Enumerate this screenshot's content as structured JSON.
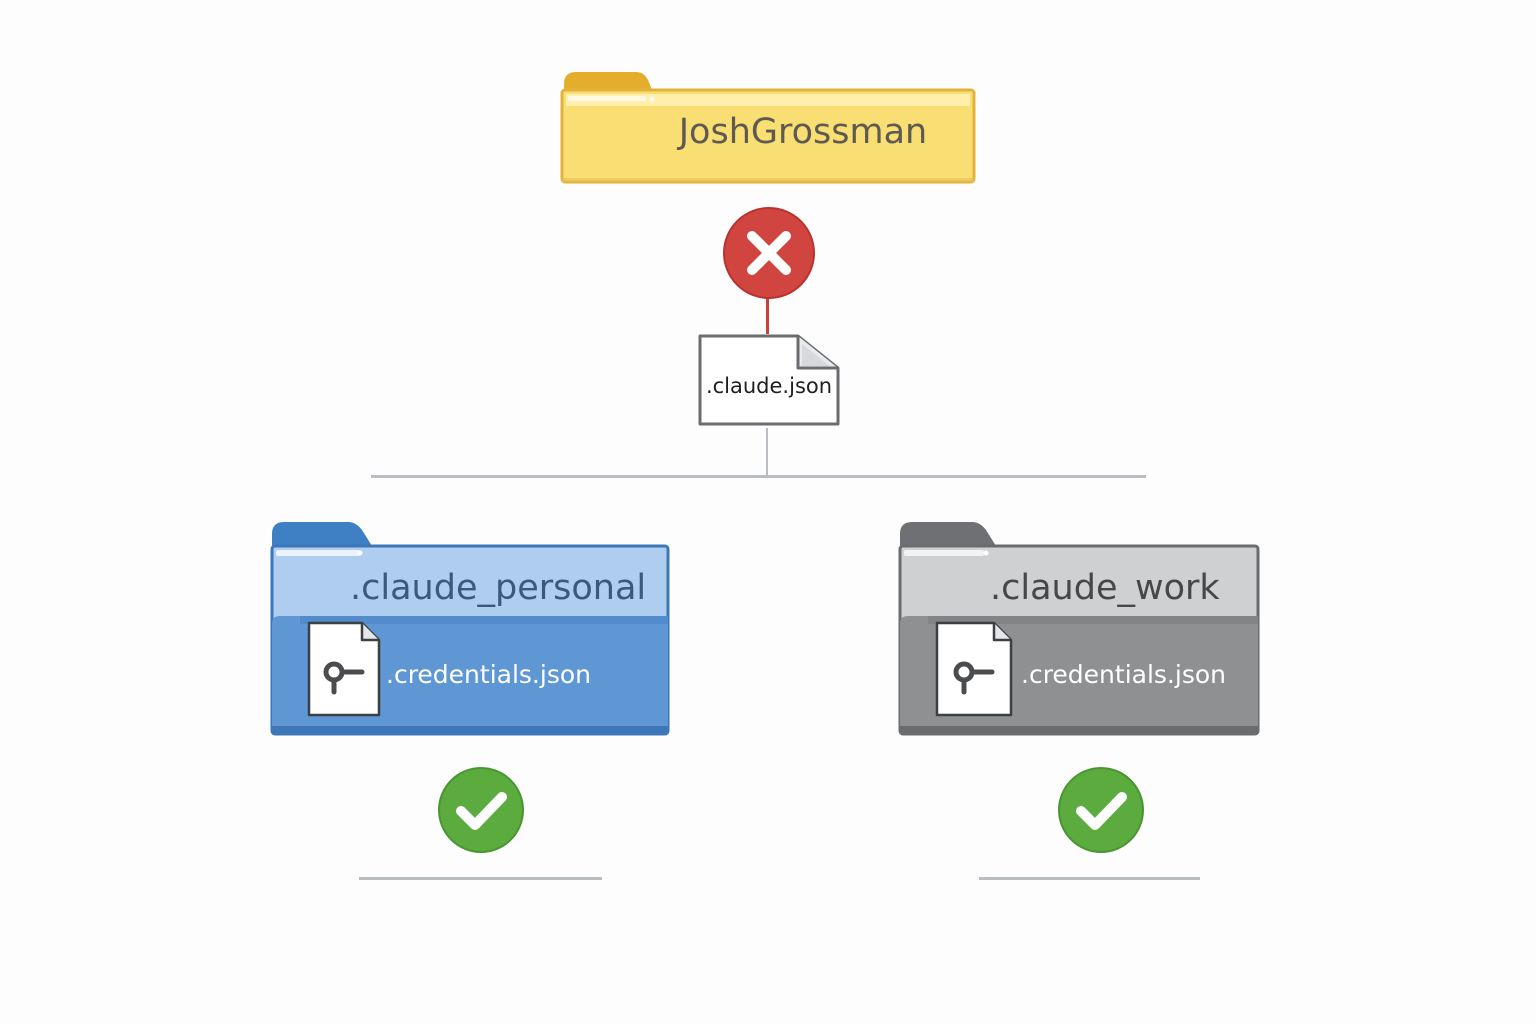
{
  "root": {
    "folder_name": "JoshGrossman",
    "status": "blocked",
    "status_icon": "x-icon",
    "colors": {
      "folder": "#f8de73",
      "folder_edge": "#e2b23a",
      "status": "#d14540"
    }
  },
  "config_file": {
    "name": ".claude.json",
    "icon": "document-icon"
  },
  "profiles": [
    {
      "folder_name": ".claude_personal",
      "file_name": ".credentials.json",
      "file_icon": "key-document-icon",
      "status": "ok",
      "status_icon": "check-icon",
      "colors": {
        "folder": "#5e97d3",
        "folder_edge": "#3e77b7",
        "status": "#5cab3f"
      }
    },
    {
      "folder_name": ".claude_work",
      "file_name": ".credentials.json",
      "file_icon": "key-document-icon",
      "status": "ok",
      "status_icon": "check-icon",
      "colors": {
        "folder": "#8f9092",
        "folder_edge": "#6b6c6e",
        "status": "#5cab3f"
      }
    }
  ]
}
